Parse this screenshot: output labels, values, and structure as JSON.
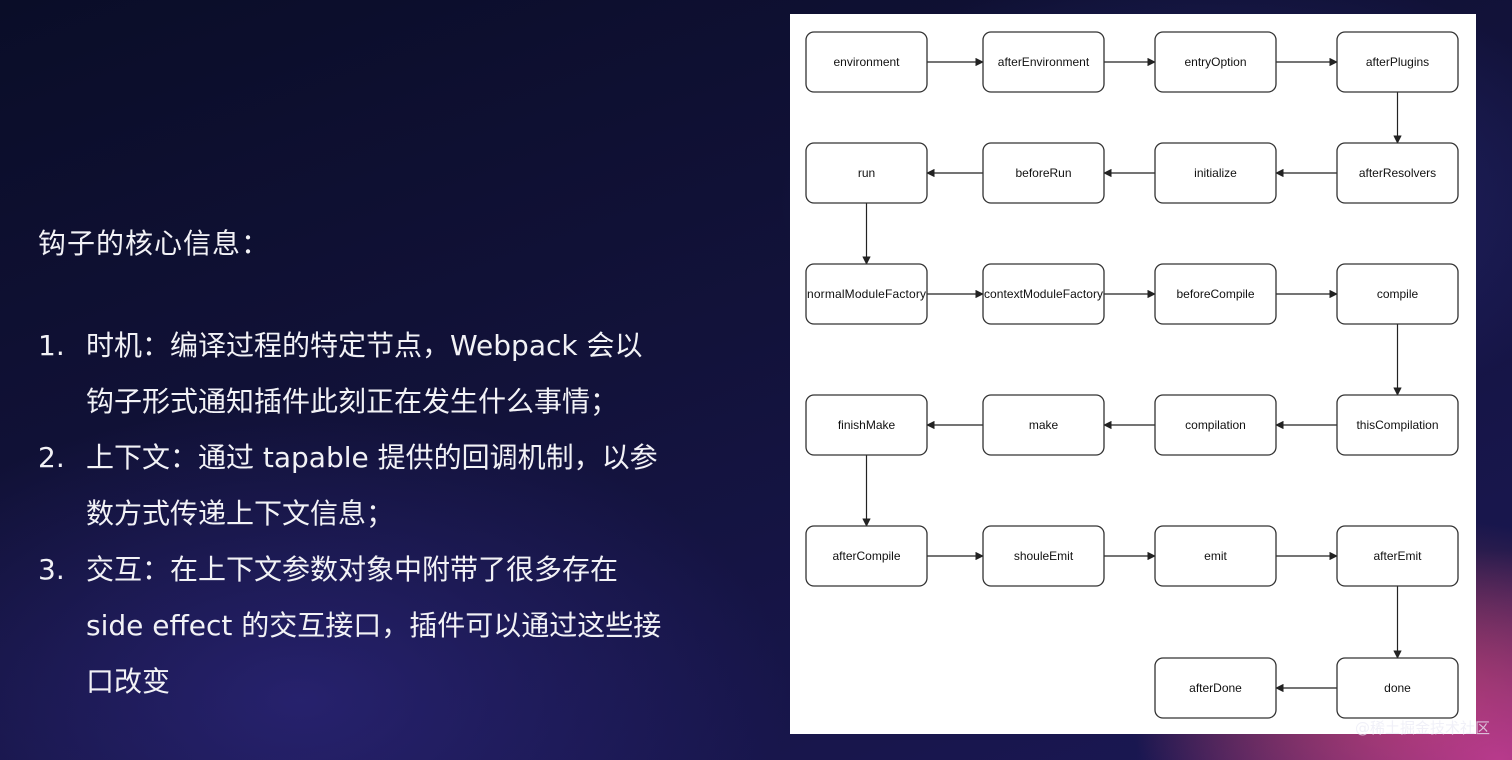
{
  "heading": "钩子的核心信息：",
  "list": [
    {
      "num": "1.",
      "lines": [
        "时机：编译过程的特定节点，Webpack 会以",
        "钩子形式通知插件此刻正在发生什么事情；"
      ]
    },
    {
      "num": "2.",
      "lines": [
        "上下文：通过 tapable 提供的回调机制，以参",
        "数方式传递上下文信息；"
      ]
    },
    {
      "num": "3.",
      "lines": [
        "交互：在上下文参数对象中附带了很多存在",
        "side effect 的交互接口，插件可以通过这些接",
        "口改变"
      ]
    }
  ],
  "diagram": {
    "nodes": [
      "environment",
      "afterEnvironment",
      "entryOption",
      "afterPlugins",
      "afterResolvers",
      "initialize",
      "beforeRun",
      "run",
      "normalModuleFactory",
      "contextModuleFactory",
      "beforeCompile",
      "compile",
      "thisCompilation",
      "compilation",
      "make",
      "finishMake",
      "afterCompile",
      "shouleEmit",
      "emit",
      "afterEmit",
      "done",
      "afterDone"
    ]
  },
  "watermark": "@稀土掘金技术社区"
}
